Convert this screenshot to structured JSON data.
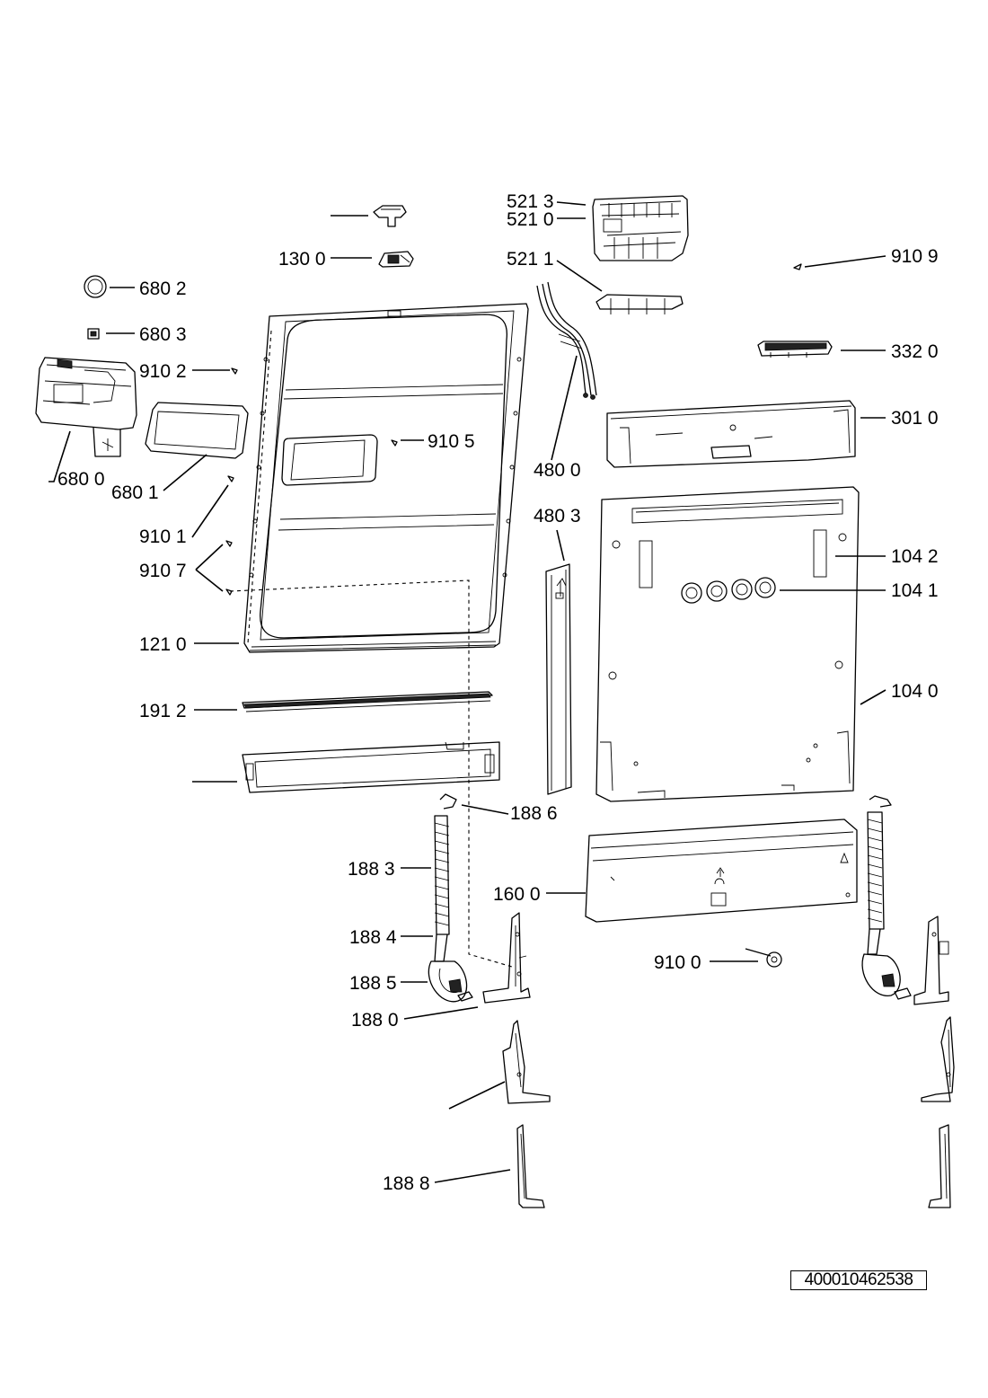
{
  "labels": {
    "p_521_3": "521 3",
    "p_521_0": "521 0",
    "p_130_0": "130 0",
    "p_521_1": "521 1",
    "p_910_9": "910 9",
    "p_680_2": "680 2",
    "p_680_3": "680 3",
    "p_332_0": "332 0",
    "p_910_2": "910 2",
    "p_301_0": "301 0",
    "p_910_5": "910 5",
    "p_480_0": "480 0",
    "p_680_0": "680 0",
    "p_680_1": "680 1",
    "p_480_3": "480 3",
    "p_910_1": "910 1",
    "p_104_2": "104 2",
    "p_910_7": "910 7",
    "p_104_1": "104 1",
    "p_121_0": "121 0",
    "p_104_0": "104 0",
    "p_191_2": "191 2",
    "p_188_6": "188 6",
    "p_188_3": "188 3",
    "p_160_0": "160 0",
    "p_188_4": "188 4",
    "p_910_0": "910 0",
    "p_188_5": "188 5",
    "p_188_0": "188 0",
    "p_188_8": "188 8"
  },
  "document_id": "400010462538"
}
